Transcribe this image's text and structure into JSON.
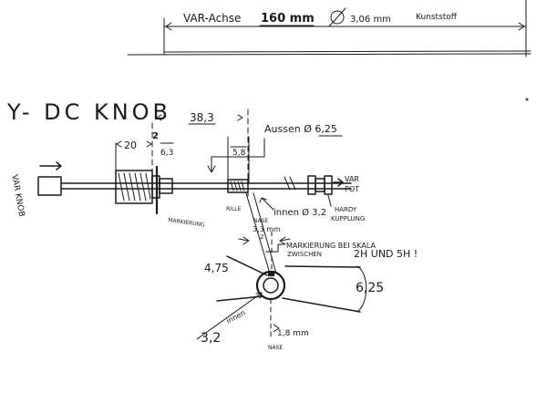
{
  "top_note": {
    "prefix": "VAR-Achse",
    "length": "160 mm",
    "diameter": "3,06 mm",
    "material": "Kunststoff"
  },
  "heading": "Y- DC KNOB",
  "dims": {
    "d20": "20",
    "d2": "2",
    "d63": "6,3",
    "d383": "38,3",
    "d58": "5,8",
    "outer": "Aussen Ø 6,25",
    "inner": "innen Ø 3,2",
    "nase": "NASE",
    "d33": "3,3 mm",
    "d475": "4,75",
    "d625": "6,25",
    "d32": "3,2",
    "d18": "1,8 mm"
  },
  "labels": {
    "var_knob": "VAR KNOB",
    "var_pot": "VAR POT",
    "markierung": "MARKIERUNG",
    "rille": "RILLE",
    "hardy": "HARDY KUPPLUNG",
    "note1": "MARKIERUNG BEI SKALA",
    "note2": "ZWISCHEN",
    "note3": "2H UND 5H !",
    "innen": "innen",
    "nase_bottom": "NASE"
  }
}
